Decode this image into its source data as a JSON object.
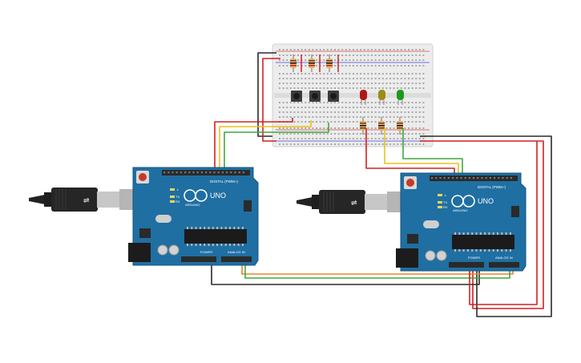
{
  "board_left": {
    "uno_label": "UNO",
    "brand_label": "ARDUINO",
    "digital_label": "DIGITAL (PWM~)",
    "power_label": "POWER",
    "analog_label": "ANALOG IN",
    "tx_label": "TX",
    "rx_label": "RX",
    "l_label": "L"
  },
  "board_right": {
    "uno_label": "UNO",
    "brand_label": "ARDUINO",
    "digital_label": "DIGITAL (PWM~)",
    "power_label": "POWER",
    "analog_label": "ANALOG IN",
    "tx_label": "TX",
    "rx_label": "RX",
    "l_label": "L"
  },
  "leds": [
    {
      "color": "#b01818"
    },
    {
      "color": "#9c8a1a"
    },
    {
      "color": "#1d9a1d"
    }
  ],
  "wire_colors": {
    "red": "#d42020",
    "black": "#2a2a2a",
    "yellow": "#e8c21a",
    "green": "#3fa83f",
    "orange": "#e7862a"
  }
}
